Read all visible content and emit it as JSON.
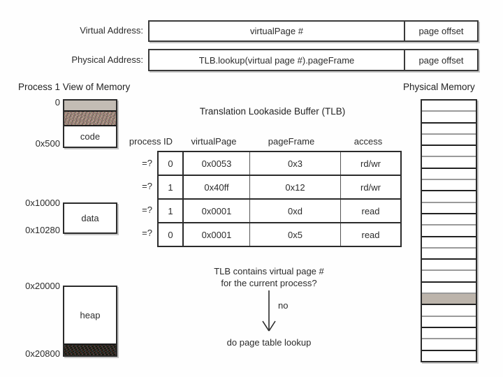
{
  "colors": {
    "background": "#ffffff",
    "line": "#2b2b2b",
    "gray_fill": "#c3bcb4",
    "texture_light_base": "#8f857c",
    "texture_dark_base": "#17140f"
  },
  "virtual_address": {
    "label": "Virtual Address:",
    "page_field": "virtualPage #",
    "offset_field": "page offset"
  },
  "physical_address": {
    "label": "Physical Address:",
    "page_field": "TLB.lookup(virtual page #).pageFrame",
    "offset_field": "page offset"
  },
  "process_memory": {
    "title": "Process 1 View of Memory",
    "segments": [
      {
        "name": "code",
        "top_label": "0",
        "bottom_label": "0x500",
        "label": "code"
      },
      {
        "name": "data",
        "top_label": "0x10000",
        "bottom_label": "0x10280",
        "label": "data"
      },
      {
        "name": "heap",
        "top_label": "0x20000",
        "bottom_label": "0x20800",
        "label": "heap"
      }
    ]
  },
  "tlb": {
    "title": "Translation Lookaside Buffer (TLB)",
    "columns": [
      "process ID",
      "virtualPage",
      "pageFrame",
      "access"
    ],
    "row_marker": "=?",
    "rows": [
      [
        "0",
        "0x0053",
        "0x3",
        "rd/wr"
      ],
      [
        "1",
        "0x40ff",
        "0x12",
        "rd/wr"
      ],
      [
        "1",
        "0x0001",
        "0xd",
        "read"
      ],
      [
        "0",
        "0x0001",
        "0x5",
        "read"
      ]
    ]
  },
  "flow": {
    "question_line1": "TLB contains virtual page #",
    "question_line2": "for the current process?",
    "edge_label": "no",
    "action": "do page table lookup"
  },
  "physical_memory": {
    "title": "Physical Memory",
    "cell_count": 23,
    "light_texture_index": 8,
    "dark_texture_index": 12,
    "gray_cell_index": 17
  }
}
